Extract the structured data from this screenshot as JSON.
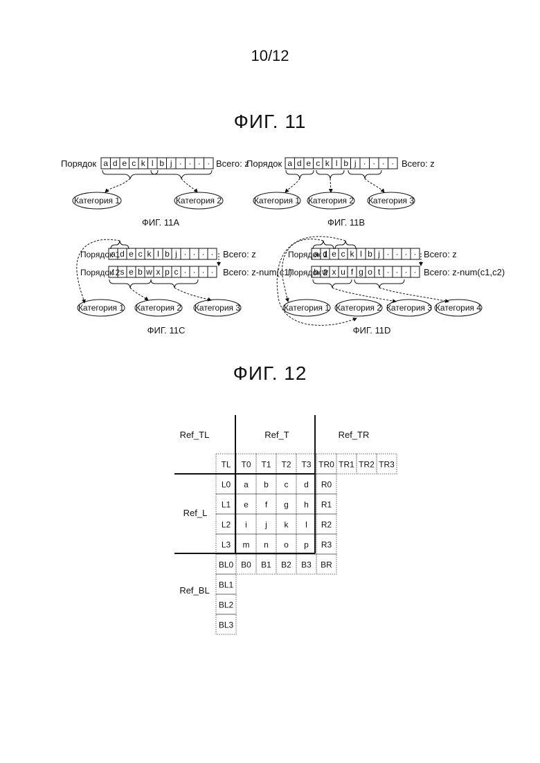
{
  "page_number": "10/12",
  "fig11": {
    "title": "ФИГ. 11",
    "order_label": "Порядок",
    "order1_label": "Порядок 1",
    "order2_label": "Порядок 2",
    "total_z": "Всего: z",
    "total_c1": "Всего: z-num(c1)",
    "total_c1c2": "Всего: z-num(c1,c2)",
    "seq1": [
      "a",
      "d",
      "e",
      "c",
      "k",
      "l",
      "b",
      "j",
      "·",
      "·",
      "·",
      "·"
    ],
    "seq_c": [
      "t",
      "s",
      "e",
      "b",
      "w",
      "x",
      "p",
      "c",
      "·",
      "·",
      "·",
      "·"
    ],
    "seq_d": [
      "b",
      "w",
      "x",
      "u",
      "f",
      "g",
      "o",
      "t",
      "·",
      "·",
      "·",
      "·"
    ],
    "cat1": "Категория 1",
    "cat2": "Категория 2",
    "cat3": "Категория 3",
    "cat4": "Категория 4",
    "sub_a": "ФИГ. 11A",
    "sub_b": "ФИГ. 11B",
    "sub_c": "ФИГ. 11C",
    "sub_d": "ФИГ. 11D"
  },
  "fig12": {
    "title": "ФИГ. 12",
    "ref_tl": "Ref_TL",
    "ref_t": "Ref_T",
    "ref_tr": "Ref_TR",
    "ref_l": "Ref_L",
    "ref_bl": "Ref_BL",
    "top_row": [
      "TL",
      "T0",
      "T1",
      "T2",
      "T3",
      "TR0",
      "TR1",
      "TR2",
      "TR3"
    ],
    "left_col": [
      "L0",
      "L1",
      "L2",
      "L3"
    ],
    "block": [
      [
        "a",
        "b",
        "c",
        "d"
      ],
      [
        "e",
        "f",
        "g",
        "h"
      ],
      [
        "i",
        "j",
        "k",
        "l"
      ],
      [
        "m",
        "n",
        "o",
        "p"
      ]
    ],
    "right_col": [
      "R0",
      "R1",
      "R2",
      "R3"
    ],
    "bottom_row": [
      "BL0",
      "B0",
      "B1",
      "B2",
      "B3",
      "BR"
    ],
    "bl_col": [
      "BL1",
      "BL2",
      "BL3"
    ]
  }
}
